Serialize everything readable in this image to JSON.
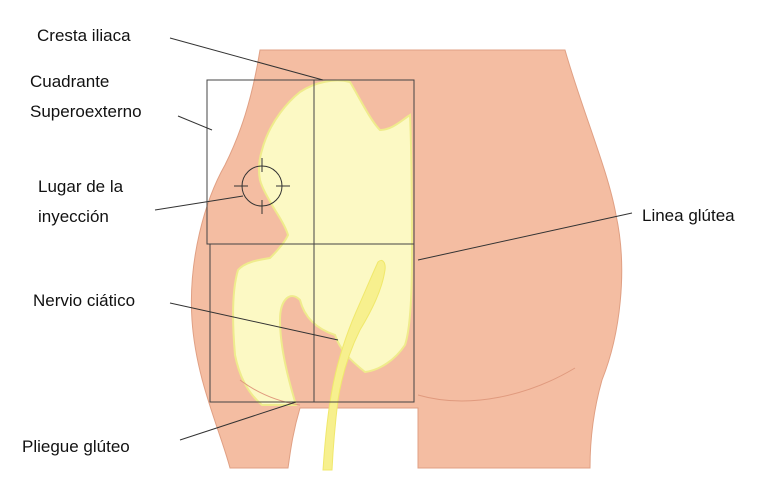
{
  "labels": {
    "cresta_iliaca": "Cresta iliaca",
    "cuadrante_line1": "Cuadrante",
    "cuadrante_line2": "Superoexterno",
    "lugar_line1": "Lugar de la",
    "lugar_line2": "inyección",
    "nervio_ciatico": "Nervio ciático",
    "pliegue_gluteo": "Pliegue glúteo",
    "linea_glutea": "Linea glútea"
  },
  "colors": {
    "skin": "#f4bda2",
    "skin_outline": "#e0a084",
    "bone": "#fcf9c4",
    "bone_outline": "#efeb8c",
    "nerve": "#f7f08e",
    "lines": "#333333"
  }
}
